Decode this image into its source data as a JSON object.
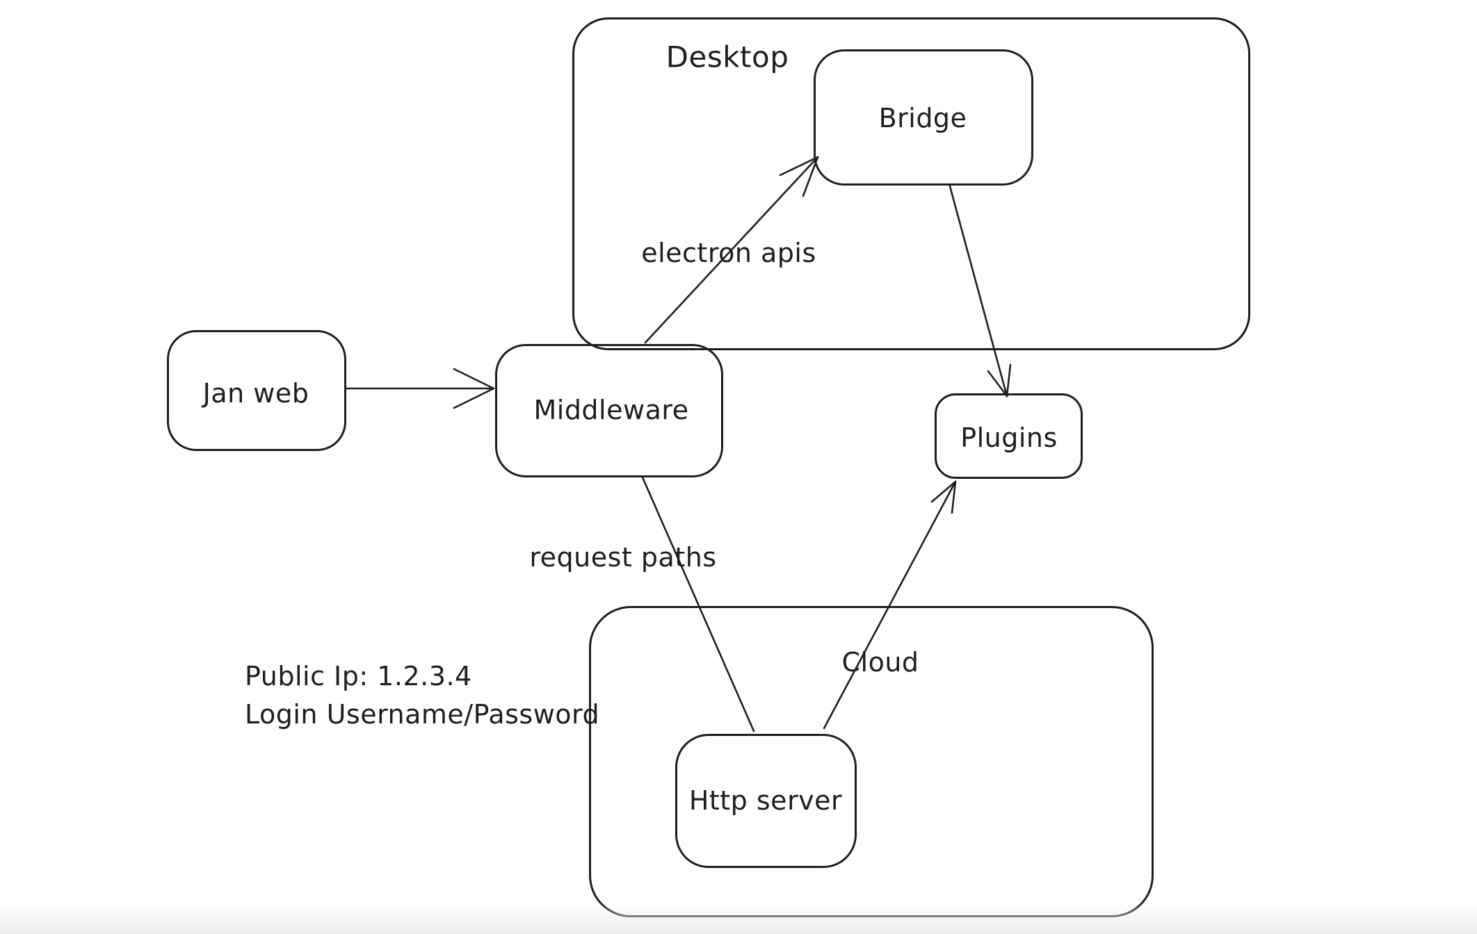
{
  "app": {
    "background_color": "#ffffff",
    "stroke_color": "#1e1e1e"
  },
  "containers": {
    "desktop": {
      "label": "Desktop"
    },
    "cloud": {
      "label": "Cloud"
    }
  },
  "nodes": {
    "jan_web": {
      "label": "Jan web"
    },
    "bridge": {
      "label": "Bridge"
    },
    "middleware": {
      "label": "Middleware"
    },
    "plugins": {
      "label": "Plugins"
    },
    "http_server": {
      "label": "Http server"
    }
  },
  "edge_labels": {
    "electron_apis": "electron apis",
    "request_paths": "request paths"
  },
  "edges": [
    {
      "from": "jan_web",
      "to": "middleware",
      "label": "",
      "arrowhead": true
    },
    {
      "from": "middleware",
      "to": "bridge",
      "label": "electron apis",
      "arrowhead": true
    },
    {
      "from": "bridge",
      "to": "plugins",
      "label": "",
      "arrowhead": true
    },
    {
      "from": "middleware",
      "to": "http_server",
      "label": "request paths",
      "arrowhead": false
    },
    {
      "from": "http_server",
      "to": "plugins",
      "label": "",
      "arrowhead": true
    }
  ],
  "annotations": {
    "public_ip": "Public Ip: 1.2.3.4",
    "login": "Login Username/Password"
  }
}
